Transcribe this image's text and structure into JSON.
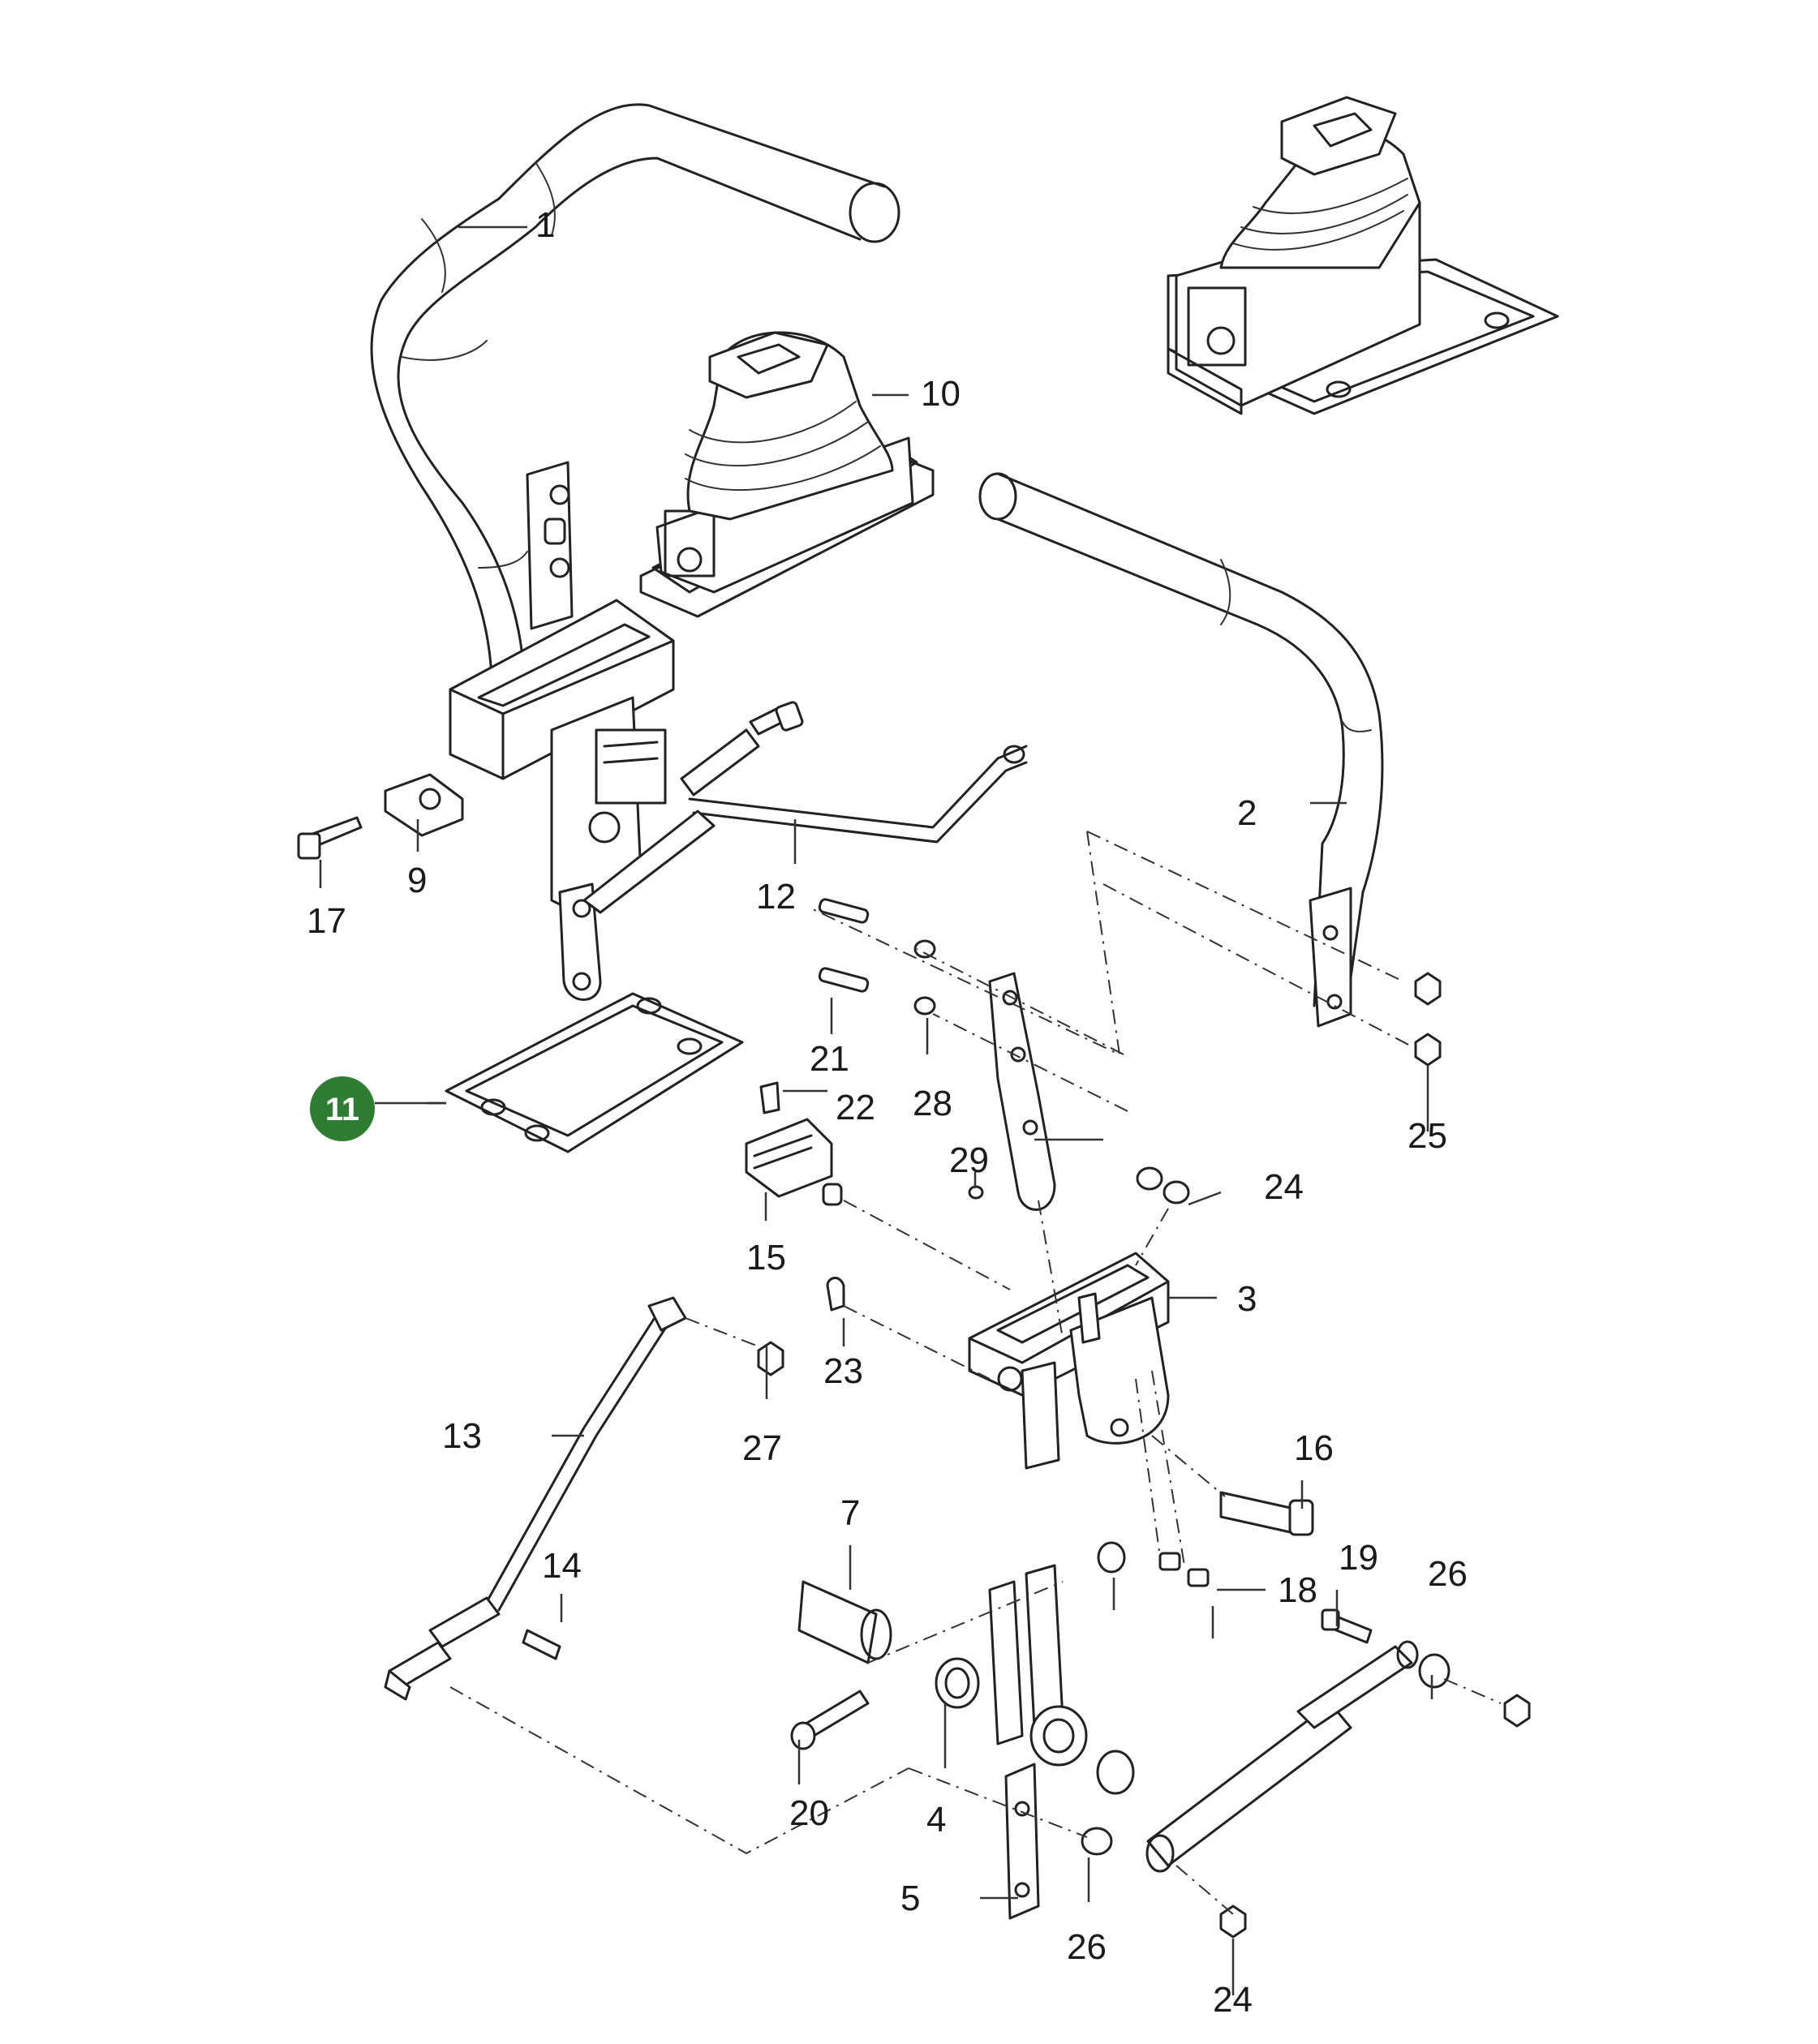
{
  "callouts": {
    "c1": "1",
    "c2": "2",
    "c3": "3",
    "c4": "4",
    "c5": "5",
    "c7": "7",
    "c9": "9",
    "c10": "10",
    "c12": "12",
    "c13": "13",
    "c14": "14",
    "c15": "15",
    "c16": "16",
    "c17": "17",
    "c18": "18",
    "c19": "19",
    "c20": "20",
    "c21": "21",
    "c22": "22",
    "c23": "23",
    "c24a": "24",
    "c24b": "24",
    "c25": "25",
    "c26a": "26",
    "c26b": "26",
    "c27": "27",
    "c28": "28",
    "c29": "29"
  },
  "highlight": {
    "label": "11",
    "color": "#2e7d32"
  }
}
